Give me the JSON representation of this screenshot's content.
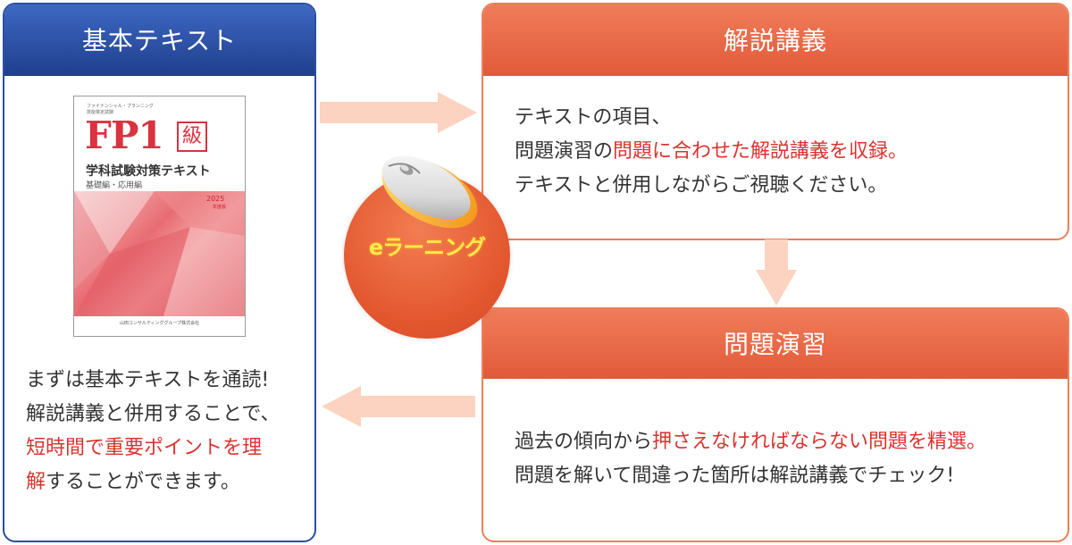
{
  "left_panel": {
    "title": "基本テキスト",
    "lines": [
      {
        "text": "まずは基本テキストを通読!",
        "red": false
      },
      {
        "text": "解説講義と併用することで、",
        "red": false
      },
      {
        "text": "短時間で重要ポイントを理",
        "red": true
      },
      {
        "text_red": "解",
        "text_rest": "することができます。"
      }
    ]
  },
  "book": {
    "small_line_1": "ファイナンシャル・プランニング",
    "small_line_2": "技能検定試験",
    "fp": "FP1",
    "kyu": "級",
    "title": "学科試験対策テキスト",
    "subtitle": "基礎編・応用編",
    "year": "2025",
    "year_sub": "年度版",
    "publisher": "山田コンサルティンググループ株式会社"
  },
  "lecture_panel": {
    "title": "解説講義",
    "line1": "テキストの項目、",
    "line2_plain": "問題演習の",
    "line2_red": "問題に合わせた解説講義を収録。",
    "line3": "テキストと併用しながらご視聴ください。"
  },
  "practice_panel": {
    "title": "問題演習",
    "line1_plain_a": "過去の傾向から",
    "line1_red": "押さえなければならない問題を精選。",
    "line2": "問題を解いて間違った箇所は解説講義でチェック!"
  },
  "elearning": {
    "label": "eラーニング",
    "icon": "computer-mouse-icon"
  },
  "colors": {
    "blue": "#2b4fa0",
    "orange": "#ee7e5a",
    "arrow": "#fbd3c0",
    "red_text": "#d9332f",
    "badge_text": "#ffe94a"
  }
}
